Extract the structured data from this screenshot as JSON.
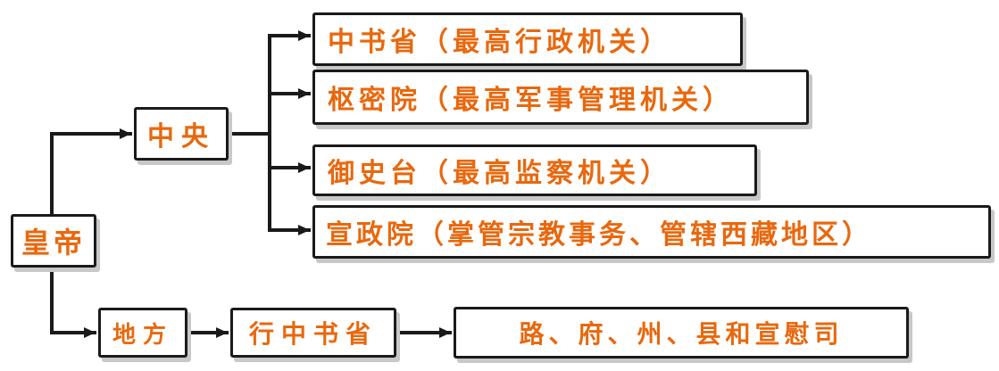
{
  "diagram": {
    "root": "皇帝",
    "central": {
      "label": "中央",
      "items": [
        "中书省（最高行政机关）",
        "枢密院（最高军事管理机关）",
        "御史台（最高监察机关）",
        "宣政院（掌管宗教事务、管辖西藏地区）"
      ]
    },
    "local": {
      "label": "地方",
      "province": "行中书省",
      "lower": "路、府、州、县和宣慰司"
    },
    "colors": {
      "text": "#e8680e",
      "line": "#1a1a1a",
      "box_border": "#1a1a1a",
      "shadow": "#c8c8c8"
    }
  }
}
